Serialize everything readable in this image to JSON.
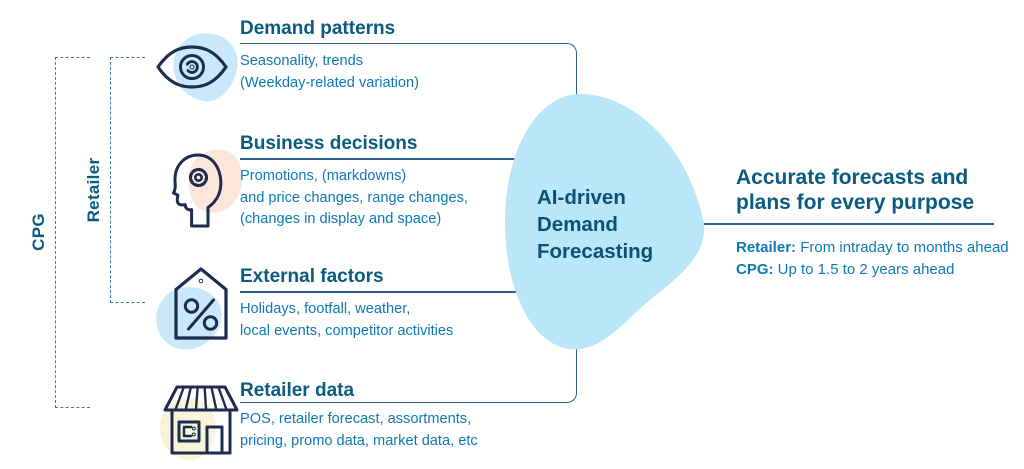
{
  "colors": {
    "heading": "#0a5b80",
    "body": "#0d7ab5",
    "ink": "#1e2c4d",
    "line": "#2f5f8f",
    "dash": "#4a79a6",
    "blob": "#b9e6f8",
    "blob-text": "#0a5173",
    "peach": "#fbe6d9",
    "light-blue": "#c9e9fa",
    "cream": "#f8f3d9"
  },
  "brackets": {
    "cpg": {
      "label": "CPG"
    },
    "retailer": {
      "label": "Retailer"
    }
  },
  "inputs": [
    {
      "icon": "eye-icon",
      "title": "Demand patterns",
      "lines": [
        "Seasonality, trends",
        "(Weekday-related variation)"
      ]
    },
    {
      "icon": "head-gear-icon",
      "title": "Business decisions",
      "lines": [
        "Promotions, (markdowns)",
        "and price changes, range changes,",
        "(changes in display and space)"
      ]
    },
    {
      "icon": "percent-tag-icon",
      "title": "External factors",
      "lines": [
        "Holidays, footfall, weather,",
        "local events, competitor activities"
      ]
    },
    {
      "icon": "store-icon",
      "title": "Retailer data",
      "lines": [
        "POS, retailer forecast, assortments,",
        "pricing, promo data, market data, etc"
      ]
    }
  ],
  "center": {
    "lines": [
      "AI-driven",
      "Demand",
      "Forecasting"
    ]
  },
  "output": {
    "title_lines": [
      "Accurate forecasts and",
      "plans for every purpose"
    ],
    "details": [
      {
        "label": "Retailer:",
        "text": " From intraday to months ahead"
      },
      {
        "label": "CPG:",
        "text": " Up to 1.5 to 2 years ahead"
      }
    ]
  }
}
